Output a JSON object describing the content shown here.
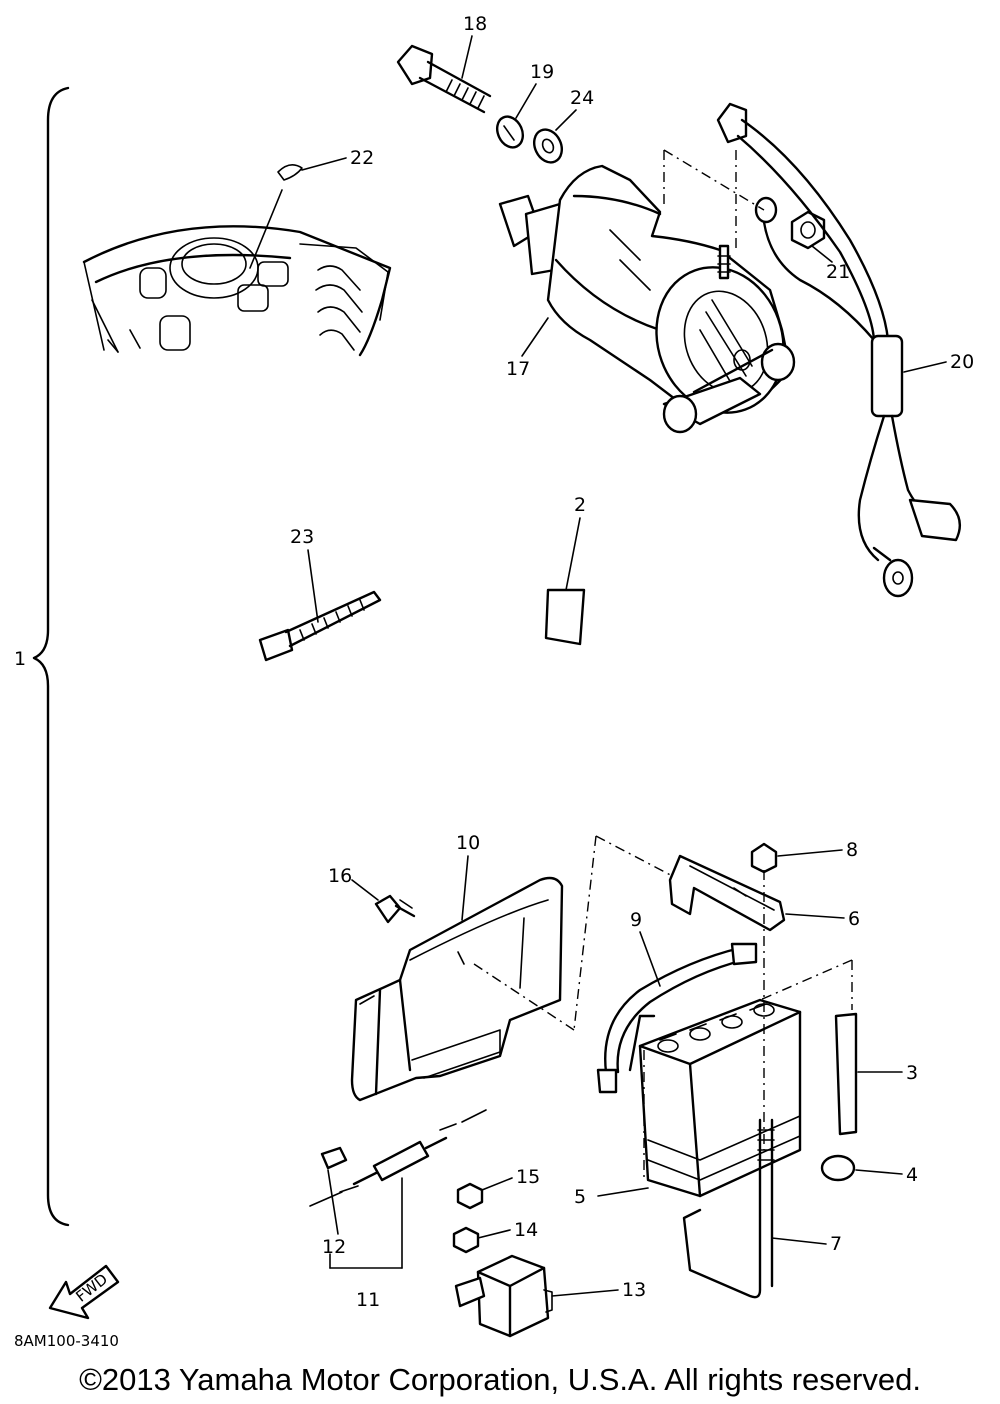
{
  "callouts": {
    "c1": "1",
    "c2": "2",
    "c3": "3",
    "c4": "4",
    "c5": "5",
    "c6": "6",
    "c7": "7",
    "c8": "8",
    "c9": "9",
    "c10": "10",
    "c11": "11",
    "c12": "12",
    "c13": "13",
    "c14": "14",
    "c15": "15",
    "c16": "16",
    "c17": "17",
    "c18": "18",
    "c19": "19",
    "c20": "20",
    "c21": "21",
    "c22": "22",
    "c23": "23",
    "c24": "24"
  },
  "fwd_arrow_label": "FWD",
  "drawing_code": "8AM100-3410",
  "copyright": "©2013 Yamaha Motor Corporation, U.S.A. All rights reserved."
}
